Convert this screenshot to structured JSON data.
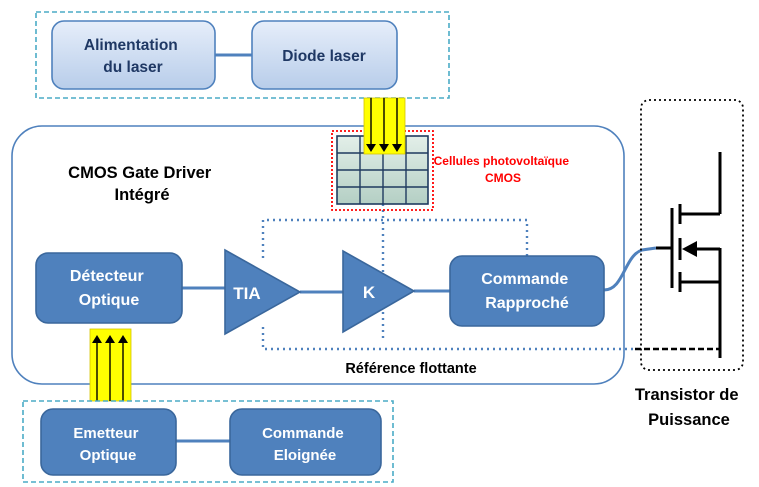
{
  "laser_group": {
    "alimentation_line1": "Alimentation",
    "alimentation_line2": "du laser",
    "diode": "Diode laser"
  },
  "cmos_driver": {
    "title_line1": "CMOS Gate Driver",
    "title_line2": "Intégré"
  },
  "pv_cells": {
    "label_line1": "Cellules photovoltaïque",
    "label_line2": "CMOS"
  },
  "blocks": {
    "detecteur_line1": "Détecteur",
    "detecteur_line2": "Optique",
    "tia": "TIA",
    "k": "K",
    "commande_line1": "Commande",
    "commande_line2": "Rapproché"
  },
  "reference": "Référence flottante",
  "emitter_group": {
    "emetteur_line1": "Emetteur",
    "emetteur_line2": "Optique",
    "commande_line1": "Commande",
    "commande_line2": "Eloignée"
  },
  "transistor": {
    "label_line1": "Transistor de",
    "label_line2": "Puissance"
  },
  "colors": {
    "block_fill": "#4f81bd",
    "block_stroke": "#3a679c",
    "light_block_fill": "#cfdcf2",
    "light_block_stroke": "#4f81bd",
    "group_border": "#4bacc6",
    "driver_border": "#4f81bd",
    "dotted_lines": "#4f81bd",
    "pv_border": "#ff0000",
    "pv_label": "#ff0000",
    "laser_beam": "#ffff00",
    "pv_cell_fill": "#c9ddd6",
    "pv_grid": "#1f3a5f"
  }
}
